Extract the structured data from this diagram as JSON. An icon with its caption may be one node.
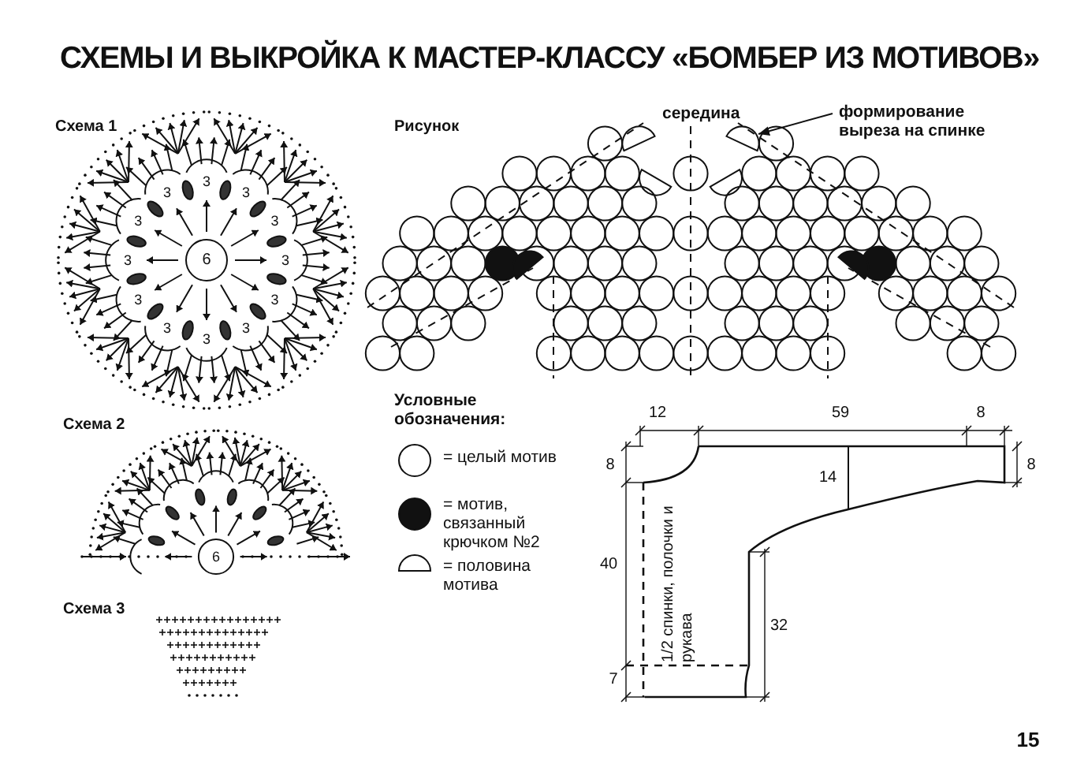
{
  "diagram": {
    "title": "СХЕМЫ И ВЫКРОЙКА К МАСТЕР-КЛАССУ «БОМБЕР ИЗ МОТИВОВ»",
    "nodes": [
      {
        "text": [
          "формирование выреза на спинке"
        ]
      },
      {
        "text": [],
        "shape": "picture"
      }
    ],
    "edges": [
      {
        "from": 0,
        "to": 1,
        "arrow": "to"
      }
    ],
    "labels": [
      "Схема 1",
      "6",
      "3",
      "3",
      "3",
      "3",
      "3",
      "3",
      "3",
      "3",
      "3",
      "3",
      "3",
      "3",
      "Рисунок",
      "середина",
      "Схема 2",
      "6",
      "Условные обозначения:",
      "12",
      "59",
      "8",
      "8",
      "14",
      "8",
      "40",
      "1/2 спинки, полочки и рукава",
      "32",
      "Схема 3",
      "7",
      "15"
    ],
    "legend": [
      {
        "text": "= целый мотив"
      },
      {
        "text": "= мотив, связанный крючком №2"
      },
      {
        "text": "= половина мотива"
      }
    ]
  }
}
